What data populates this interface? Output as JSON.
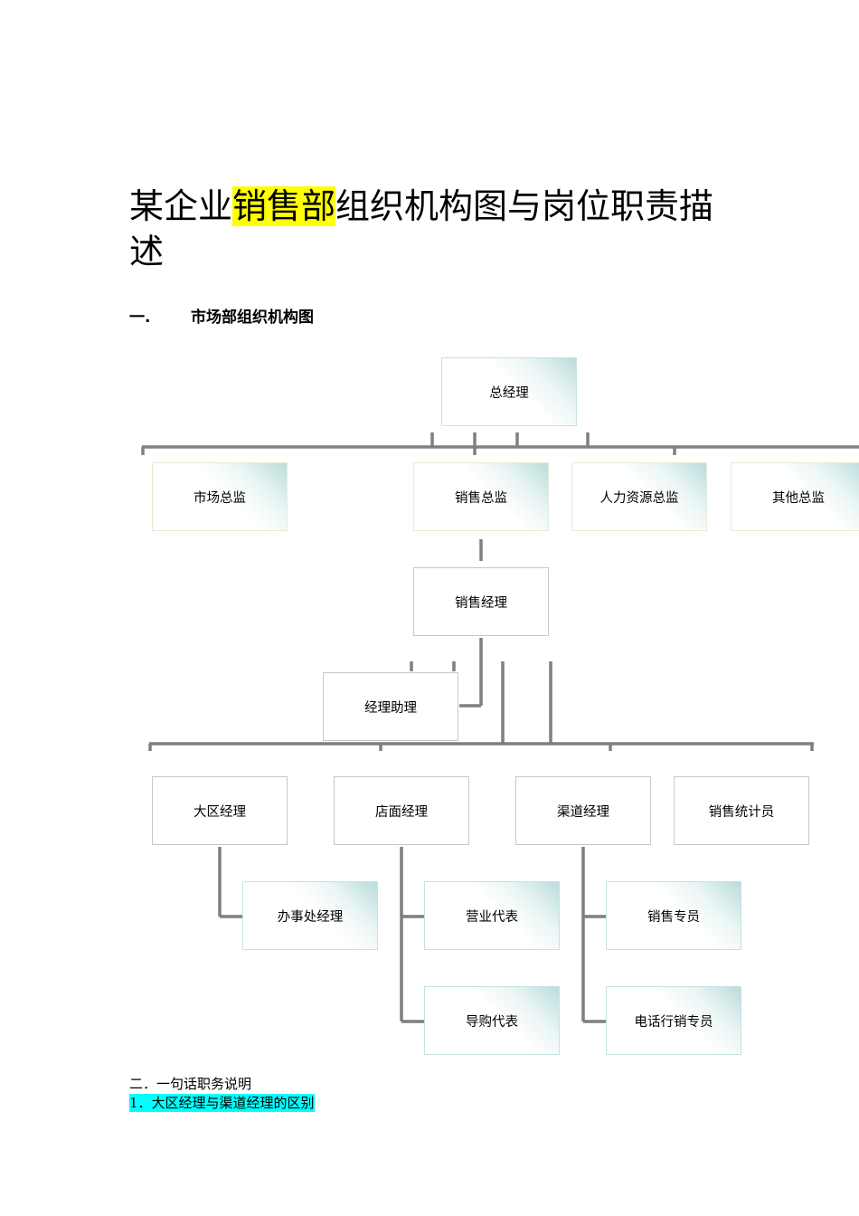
{
  "title": {
    "part1": "某企业",
    "highlight": "销售部",
    "part2": "组织机构图与岗位职责描述"
  },
  "section1": {
    "number": "一.",
    "label": "市场部组织机构图"
  },
  "org": {
    "ceo": "总经理",
    "marketing_director": "市场总监",
    "sales_director": "销售总监",
    "hr_director": "人力资源总监",
    "other_director": "其他总监",
    "sales_manager": "销售经理",
    "manager_assistant": "经理助理",
    "region_manager": "大区经理",
    "store_manager": "店面经理",
    "channel_manager": "渠道经理",
    "sales_statistician": "销售统计员",
    "office_manager": "办事处经理",
    "business_rep": "营业代表",
    "shopping_guide_rep": "导购代表",
    "sales_specialist": "销售专员",
    "telemarketing_specialist": "电话行销专员"
  },
  "section2": {
    "label": "二．一句话职务说明",
    "sub1": "1．大区经理与渠道经理的区别"
  }
}
